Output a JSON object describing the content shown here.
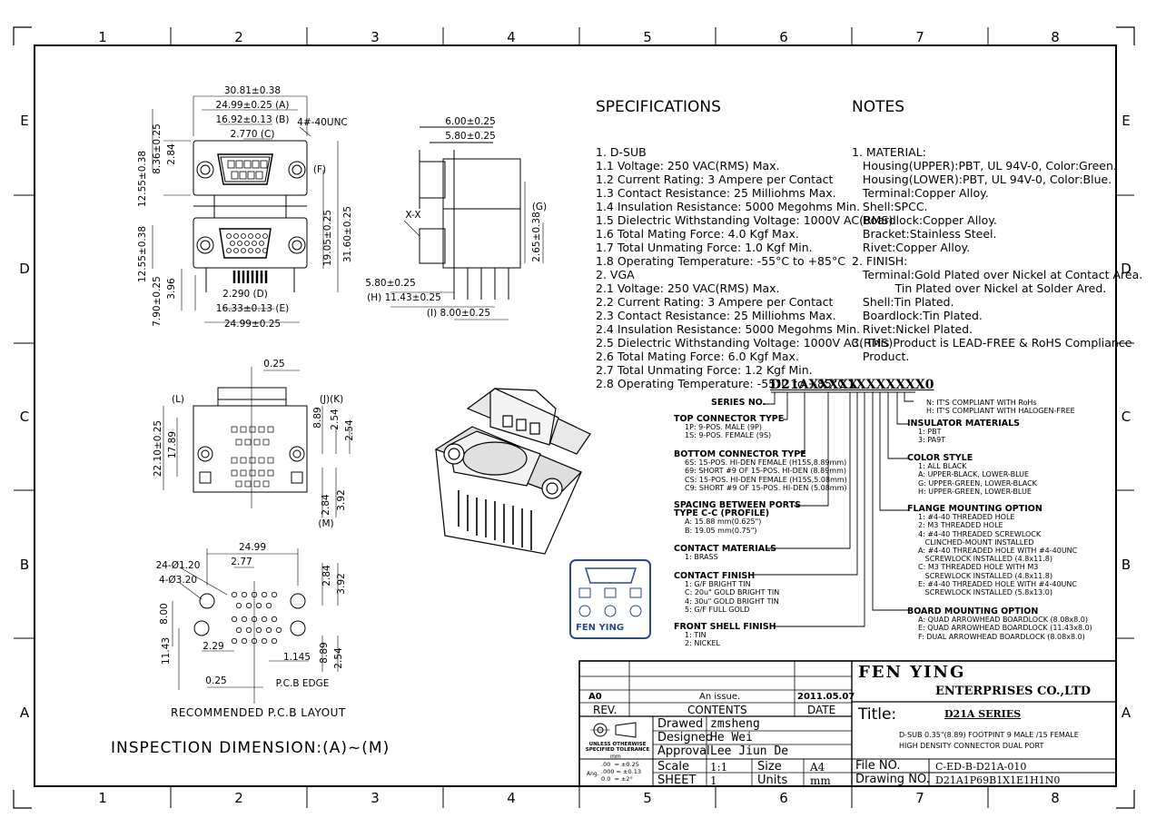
{
  "border": {
    "columns": [
      "1",
      "2",
      "3",
      "4",
      "5",
      "6",
      "7",
      "8"
    ],
    "rows": [
      "E",
      "D",
      "C",
      "B",
      "A"
    ]
  },
  "specifications": {
    "title": "SPECIFICATIONS",
    "lines": [
      "1. D-SUB",
      "1.1 Voltage: 250 VAC(RMS) Max.",
      "1.2 Current Rating: 3 Ampere per Contact",
      "1.3 Contact Resistance: 25 Milliohms Max.",
      "1.4 Insulation Resistance: 5000 Megohms Min.",
      "1.5 Dielectric Withstanding Voltage: 1000V AC(RMS)",
      "1.6 Total Mating Force: 4.0 Kgf Max.",
      "1.7 Total Unmating Force: 1.0 Kgf Min.",
      "1.8 Operating Temperature: -55°C to +85°C",
      "2. VGA",
      "2.1 Voltage: 250 VAC(RMS) Max.",
      "2.2 Current Rating: 3 Ampere per Contact",
      "2.3 Contact Resistance: 25 Milliohms Max.",
      "2.4 Insulation Resistance: 5000 Megohms Min.",
      "2.5 Dielectric Withstanding Voltage: 1000V AC(RMS)",
      "2.6 Total Mating Force: 6.0 Kgf Max.",
      "2.7 Total Unmating Force: 1.2 Kgf Min.",
      "2.8 Operating Temperature: -55°C to +85°C"
    ]
  },
  "notes": {
    "title": "NOTES",
    "lines": [
      "1. MATERIAL:",
      "   Housing(UPPER):PBT, UL 94V-0, Color:Green.",
      "   Housing(LOWER):PBT, UL 94V-0, Color:Blue.",
      "   Terminal:Copper Alloy.",
      "   Shell:SPCC.",
      "   Boardlock:Copper Alloy.",
      "   Bracket:Stainless Steel.",
      "   Rivet:Copper Alloy.",
      "2. FINISH:",
      "   Terminal:Gold Plated over Nickel at Contact Area.",
      "            Tin Plated over Nickel at Solder Ared.",
      "   Shell:Tin Plated.",
      "   Boardlock:Tin Plated.",
      "   Rivet:Nickel Plated.",
      "3. This Product is LEAD-FREE & RoHS Compliance",
      "   Product."
    ]
  },
  "part_number": {
    "code_a": "D21AXXXXX",
    "code_b": "1XXXXXXX0",
    "series_label": "SERIES NO.",
    "top_connector": {
      "title": "TOP CONNECTOR TYPE",
      "options": [
        "1P: 9-POS. MALE (9P)",
        "1S: 9-POS. FEMALE (9S)"
      ]
    },
    "bottom_connector": {
      "title": "BOTTOM CONNECTOR TYPE",
      "options": [
        "6S: 15-POS. HI-DEN FEMALE (H15S,8.89mm)",
        "69: SHORT #9 OF 15-POS. HI-DEN (8.89mm)",
        "CS: 15-POS. HI-DEN FEMALE (H15S,5.08mm)",
        "C9: SHORT #9 OF 15-POS. HI-DEN (5.08mm)"
      ]
    },
    "spacing": {
      "title": "SPACING BETWEEN PORTS",
      "subtitle": "TYPE C-C (PROFILE)",
      "options": [
        "A: 15.88 mm(0.625\")",
        "B: 19.05 mm(0.75\")"
      ]
    },
    "contact_materials": {
      "title": "CONTACT MATERIALS",
      "options": [
        "1: BRASS"
      ]
    },
    "contact_finish": {
      "title": "CONTACT FINISH",
      "options": [
        "1: G/F BRIGHT TIN",
        "C: 20u\" GOLD BRIGHT TIN",
        "4: 30u\" GOLD BRIGHT TIN",
        "5: G/F FULL GOLD"
      ]
    },
    "front_shell": {
      "title": "FRONT SHELL FINISH",
      "options": [
        "1: TIN",
        "2: NICKEL"
      ]
    },
    "rohs": {
      "options": [
        "N: IT'S COMPLIANT WITH RoHs",
        "H: IT'S COMPLIANT WITH HALOGEN-FREE"
      ]
    },
    "insulator": {
      "title": "INSULATOR MATERIALS",
      "options": [
        "1: PBT",
        "3: PA9T"
      ]
    },
    "color_style": {
      "title": "COLOR STYLE",
      "options": [
        "1: ALL BLACK",
        "A: UPPER-BLACK, LOWER-BLUE",
        "G: UPPER-GREEN, LOWER-BLACK",
        "H: UPPER-GREEN, LOWER-BLUE"
      ]
    },
    "flange": {
      "title": "FLANGE MOUNTING OPTION",
      "options": [
        "1: #4-40 THREADED HOLE",
        "2: M3 THREADED HOLE",
        "4: #4-40 THREADED SCREWLOCK",
        "   CLINCHED-MOUNT INSTALLED",
        "A: #4-40 THREADED HOLE WITH #4-40UNC",
        "   SCREWLOCK INSTALLED (4.8x11.8)",
        "C: M3 THREADED HOLE WITH M3",
        "   SCREWLOCK INSTALLED (4.8x11.8)",
        "E: #4-40 THREADED HOLE WITH #4-40UNC",
        "   SCREWLOCK INSTALLED (5.8x13.0)"
      ]
    },
    "board_mounting": {
      "title": "BOARD MOUNTING OPTION",
      "options": [
        "A: QUAD ARROWHEAD BOARDLOCK (8.08x8.0)",
        "E: QUAD ARROWHEAD BOARDLOCK (11.43x8.0)",
        "F: DUAL ARROWHEAD BOARDLOCK (8.08x8.0)"
      ]
    }
  },
  "dimensions": {
    "front_view": [
      "30.81±0.38",
      "24.99±0.25 (A)",
      "16.92±0.13 (B)",
      "2.770 (C)",
      "4#-40UNC",
      "(F)",
      "8.36±0.25",
      "2.84",
      "12.55±0.38",
      "19.05±0.25",
      "31.60±0.25",
      "12.55±0.38",
      "7.90±0.25",
      "3.96",
      "2.290 (D)",
      "16.33±0.13 (E)",
      "24.99±0.25"
    ],
    "side_view": [
      "6.00±0.25",
      "5.80±0.25",
      "X-X",
      "(G)",
      "2.65±0.38",
      "5.80±0.25",
      "(H) 11.43±0.25",
      "(I) 8.00±0.25"
    ],
    "bottom_view": [
      "0.25",
      "(L)",
      "(J)(K)",
      "8.89",
      "2.54",
      "2.54",
      "22.10±0.25",
      "17.89",
      "2.84",
      "3.92",
      "(M)"
    ],
    "pcb_layout": [
      "24.99",
      "24-Ø1.20",
      "2.77",
      "4-Ø3.20",
      "2.84",
      "3.92",
      "8.00",
      "11.43",
      "2.29",
      "1.145",
      "8.89",
      "2.54",
      "0.25",
      "P.C.B EDGE"
    ],
    "pcb_label": "RECOMMENDED P.C.B LAYOUT",
    "inspection": "INSPECTION DIMENSION:(A)~(M)"
  },
  "logo": {
    "text": "FEN YING"
  },
  "title_block": {
    "company_logo": "FEN YING",
    "company_name": "ENTERPRISES CO.,LTD",
    "revision": {
      "rev": "A0",
      "contents": "An issue.",
      "date": "2011.05.07"
    },
    "headers": {
      "rev": "REV.",
      "contents": "CONTENTS",
      "date": "DATE"
    },
    "drawed_label": "Drawed",
    "drawed_value": "zmsheng",
    "designed_label": "Designed",
    "designed_value": "He Wei",
    "approval_label": "Approval",
    "approval_value": "Lee Jiun De",
    "tolerance": {
      "heading": "UNLESS OTHERWISE SPECIFIED TOLERANCE",
      "unit": "mm",
      "lines": [
        ".00  = ±0.25",
        ".000 = ±0.13",
        "0.0  = ±2°"
      ],
      "ang": "Ang."
    },
    "scale_label": "Scale",
    "scale_value": "1:1",
    "size_label": "Size",
    "size_value": "A4",
    "sheet_label": "SHEET",
    "sheet_value": "1",
    "units_label": "Units",
    "units_value": "mm",
    "title_label": "Title:",
    "title_series": "D21A SERIES",
    "title_desc_1": "D-SUB 0.35\"(8.89) FOOTPINT 9 MALE /15 FEMALE",
    "title_desc_2": "HIGH DENSITY CONNECTOR DUAL PORT",
    "file_label": "File NO.",
    "file_value": "C-ED-B-D21A-010",
    "drawing_label": "Drawing NO.",
    "drawing_value": "D21A1P69B1X1E1H1N0"
  }
}
